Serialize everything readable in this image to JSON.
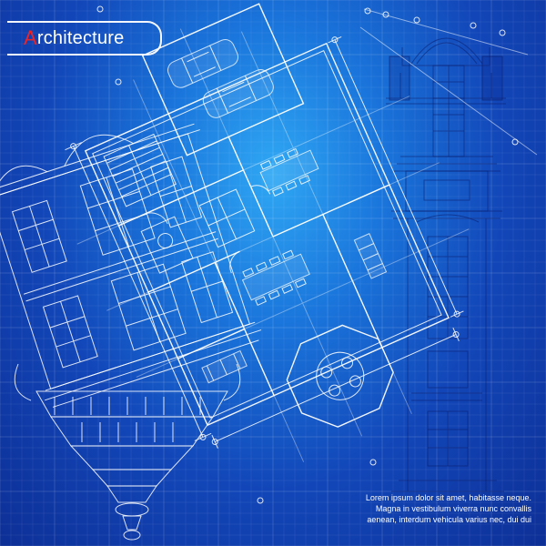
{
  "title": {
    "first_letter": "A",
    "rest": "rchitecture"
  },
  "caption": {
    "line1": "Lorem ipsum dolor sit amet, habitasse neque.",
    "line2": "Magna in vestibulum viverra nunc convallis",
    "line3": "aenean, interdum vehicula varius nec, dui dui"
  },
  "colors": {
    "background_center": "#2fa8f4",
    "background_edge": "#0d2f96",
    "accent_red": "#e8262a",
    "line_white": "#ffffff"
  }
}
